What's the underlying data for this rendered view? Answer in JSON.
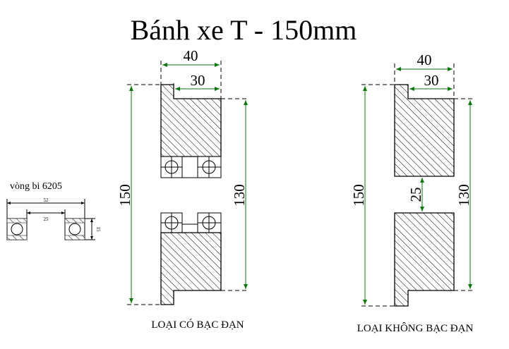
{
  "title": "Bánh xe T - 150mm",
  "left_drawing": {
    "caption": "LOẠI CÓ BẠC ĐẠN",
    "width_total": "40",
    "width_flange": "30",
    "height_total": "150",
    "height_inner": "130"
  },
  "right_drawing": {
    "caption": "LOẠI KHÔNG BẠC ĐẠN",
    "width_total": "40",
    "width_flange": "30",
    "height_total": "150",
    "height_inner": "130",
    "gap": "25"
  },
  "bearing": {
    "label": "vòng bi 6205",
    "outer_diameter": "52",
    "inner_diameter": "25",
    "width": "15"
  },
  "colors": {
    "line": "#000000",
    "dimension_arrow": "#0a7a0a",
    "background": "#ffffff"
  }
}
